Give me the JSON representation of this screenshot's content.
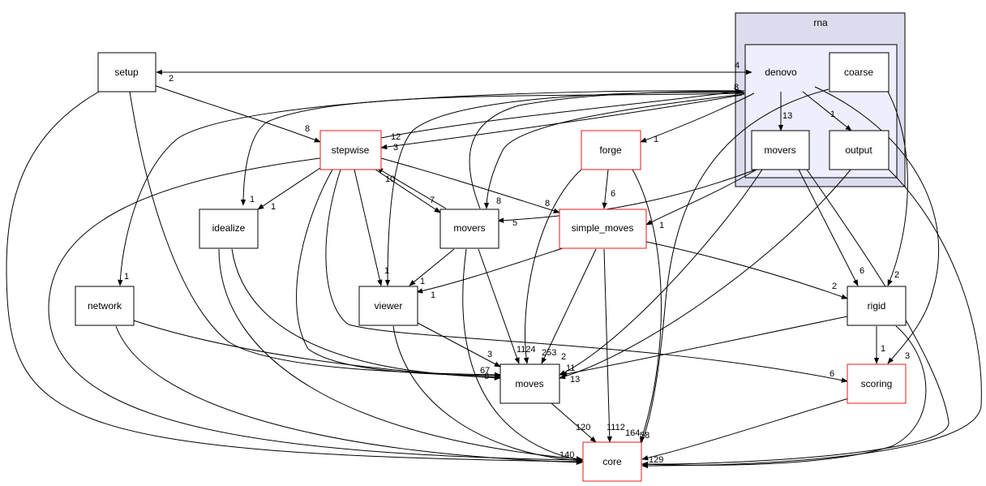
{
  "cluster": {
    "outer_label": "rna"
  },
  "nodes": {
    "setup": "setup",
    "denovo": "denovo",
    "coarse": "coarse",
    "denovo_movers": "movers",
    "output": "output",
    "stepwise": "stepwise",
    "forge": "forge",
    "idealize": "idealize",
    "movers": "movers",
    "simple_moves": "simple_moves",
    "network": "network",
    "viewer": "viewer",
    "rigid": "rigid",
    "moves": "moves",
    "scoring": "scoring",
    "core": "core"
  },
  "edge_labels": {
    "setup_denovo_4": "4",
    "setup_2": "2",
    "denovo_8": "8",
    "stepwise_8": "8",
    "stepwise_12": "12",
    "stepwise_3": "3",
    "denovo_movers_13": "13",
    "output_1": "1",
    "forge_1": "1",
    "forge_6": "6",
    "simple_moves_8": "8",
    "simple_moves_1": "1",
    "idealize_1a": "1",
    "idealize_1b": "1",
    "stepwise_10": "10",
    "movers_7": "7",
    "movers_8": "8",
    "movers_5": "5",
    "network_1": "1",
    "viewer_1a": "1",
    "viewer_1b": "1",
    "viewer_1c": "1",
    "rigid_6": "6",
    "rigid_2a": "2",
    "rigid_2b": "2",
    "scoring_1": "1",
    "scoring_3": "3",
    "scoring_6": "6",
    "moves_3": "3",
    "moves_1124": "1124",
    "moves_253": "253",
    "moves_2": "2",
    "moves_11": "11",
    "moves_13": "13",
    "moves_6a": "67",
    "moves_6b": "6",
    "core_120": "120",
    "core_1112": "1112",
    "core_164": "164",
    "core_58": "58",
    "core_left_cluster": "140",
    "core_right_cluster": "129"
  }
}
